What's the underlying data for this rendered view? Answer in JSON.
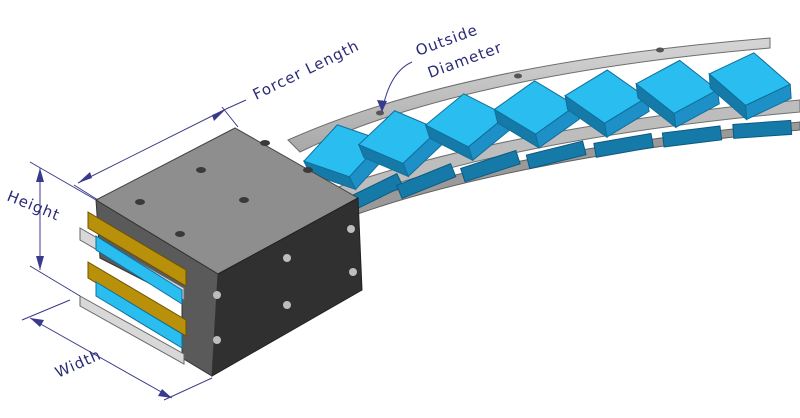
{
  "labels": {
    "forcer_length": "Forcer Length",
    "outside_diameter_line1": "Outside",
    "outside_diameter_line2": "Diameter",
    "height": "Height",
    "width": "Width"
  },
  "colors": {
    "magnet_top": "#29bdf0",
    "magnet_side": "#1e90c8",
    "magnet_dark": "#167aa8",
    "track_top": "#c8c8c8",
    "track_side": "#8c8c8c",
    "forcer_top": "#8e8e8e",
    "forcer_side_right": "#303030",
    "forcer_side_front": "#5a5a5a",
    "gold": "#b8900a",
    "dimension": "#3a3a8c"
  }
}
